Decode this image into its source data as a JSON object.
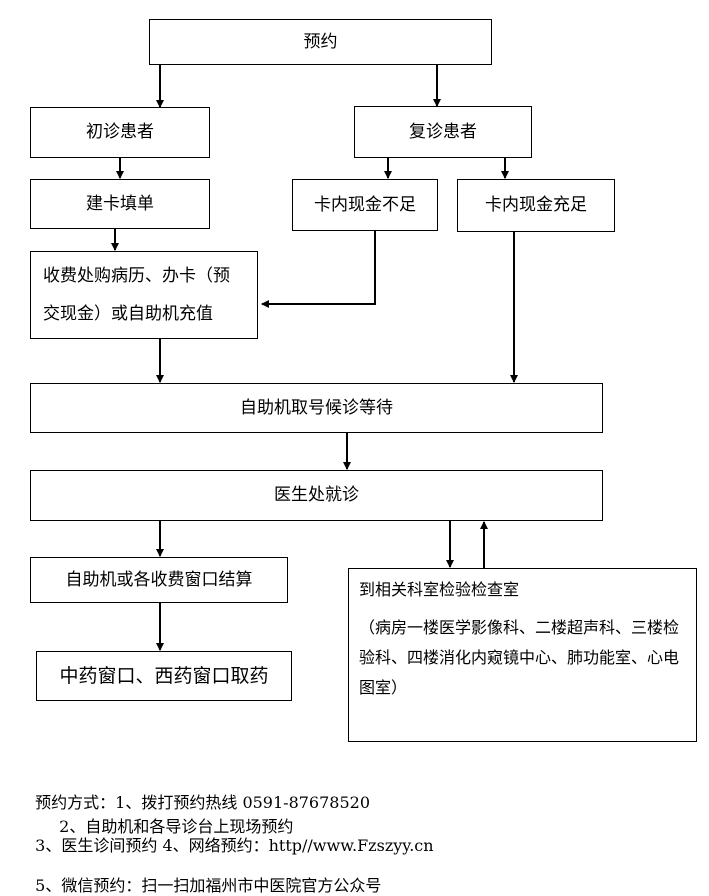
{
  "diagram": {
    "nodes": {
      "appointment": "预约",
      "first_visit": "初诊患者",
      "return_visit": "复诊患者",
      "card_fill": "建卡填单",
      "insufficient": "卡内现金不足",
      "sufficient": "卡内现金充足",
      "payment_line1": "收费处购病历、办卡（预",
      "payment_line2": "交现金）或自助机充值",
      "kiosk_queue": "自助机取号候诊等待",
      "doctor": "医生处就诊",
      "settlement": "自助机或各收费窗口结算",
      "pharmacy": "中药窗口、西药窗口取药",
      "exam_title": "到相关科室检验检查室",
      "exam_detail": "（病房一楼医学影像科、二楼超声科、三楼检验科、四楼消化内窥镜中心、肺功能室、心电图室）"
    }
  },
  "notes": {
    "line1_a": "预约方式：1、拨打预约热线 0591-87678520",
    "line1_b": "2、自助机和各导诊台上现场预约",
    "line2": "3、医生诊间预约 4、网络预约：http//www.Fzszyy.cn",
    "line3": "5、微信预约：扫一扫加福州市中医院官方公众号"
  }
}
